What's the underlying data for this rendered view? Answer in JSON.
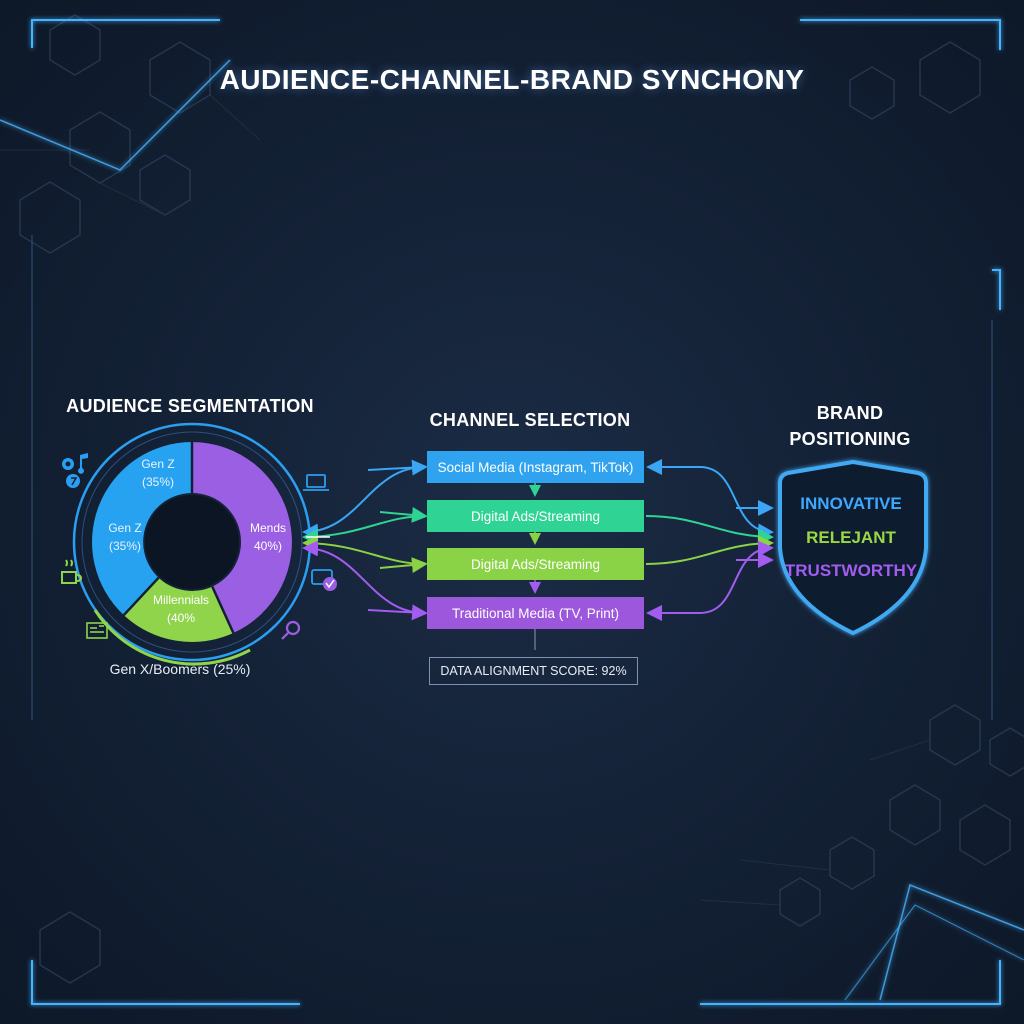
{
  "title": "AUDIENCE-CHANNEL-BRAND SYNCHONY",
  "audience": {
    "title": "AUDIENCE SEGMENTATION",
    "segments": {
      "genz_top": [
        "Gen Z",
        "(35%)"
      ],
      "genz_left": [
        "Gen Z",
        "(35%)"
      ],
      "mends": [
        "Mends",
        "40%)"
      ],
      "millennials": [
        "Millennials",
        "(40%"
      ],
      "genx_boomers": "Gen X/Boomers (25%)"
    },
    "colors": {
      "genz": "#27a2f0",
      "millennials": "#8fd44a",
      "mends": "#9a5fe3"
    }
  },
  "channels": {
    "title": "CHANNEL SELECTION",
    "items": [
      {
        "label": "Social Media (Instagram, TikTok)",
        "color": "#2fa3ef"
      },
      {
        "label": "Digital Ads/Streaming",
        "color": "#2fd494"
      },
      {
        "label": "Digital Ads/Streaming",
        "color": "#8ad246"
      },
      {
        "label": "Traditional Media (TV, Print)",
        "color": "#9d57dc"
      }
    ],
    "score_label": "DATA ALIGNMENT SCORE: 92%"
  },
  "brand": {
    "title_line1": "BRAND",
    "title_line2": "POSITIONING",
    "words": [
      "INNOVATIVE",
      "RELEJANT",
      "TRUSTWORTHY"
    ],
    "shield_color": "#3fa9f2"
  },
  "icons": [
    "music-icon",
    "laptop-icon",
    "coffee-icon",
    "tv-heart-icon",
    "newspaper-icon",
    "search-icon"
  ]
}
